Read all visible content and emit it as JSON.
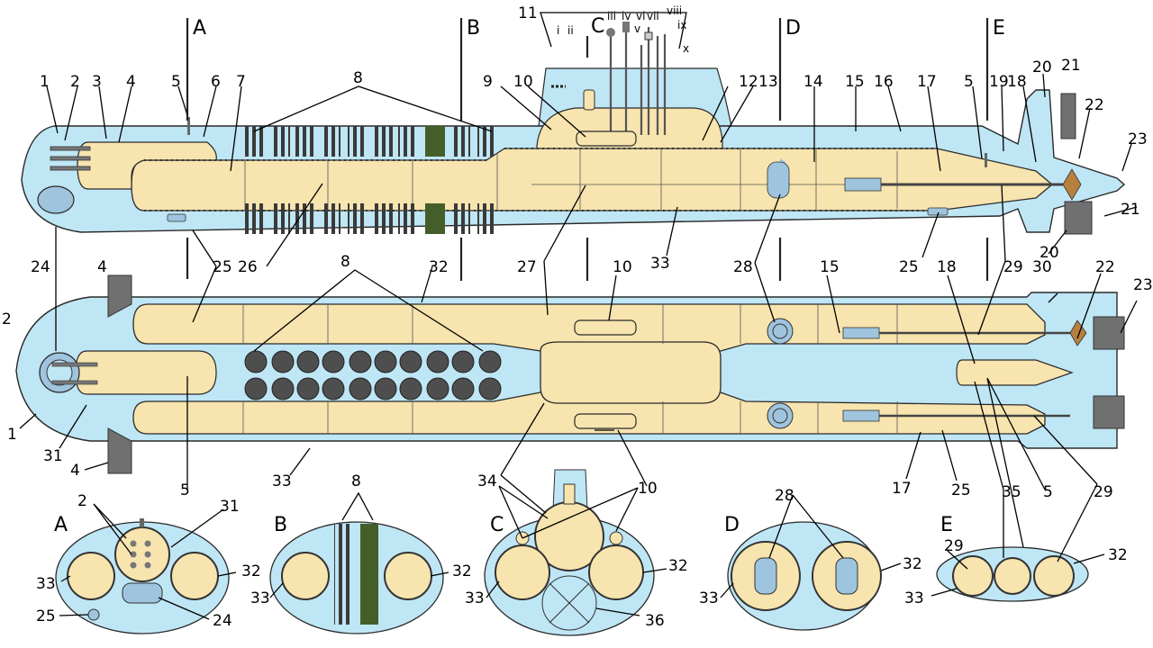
{
  "section_letters": [
    "A",
    "B",
    "C",
    "D",
    "E"
  ],
  "mast_labels": [
    "i",
    "ii",
    "iii",
    "iv",
    "v",
    "vi",
    "vii",
    "viii",
    "ix",
    "x"
  ],
  "part_numbers": [
    "1",
    "2",
    "3",
    "4",
    "5",
    "6",
    "7",
    "8",
    "9",
    "10",
    "11",
    "12",
    "13",
    "14",
    "15",
    "16",
    "17",
    "18",
    "19",
    "20",
    "21",
    "22",
    "23",
    "24",
    "25",
    "26",
    "27",
    "28",
    "29",
    "30",
    "31",
    "32",
    "33",
    "34",
    "35",
    "36"
  ],
  "colors": {
    "water_hull": "#bfe6f5",
    "pressure_hull": "#f7e4ae",
    "missile_tube": "#4e4e4e",
    "loaded_tube": "#445e2a",
    "fin": "#707070",
    "reactor": "#9fc4dd",
    "propeller": "#b8803e",
    "outline": "#2a2a2a"
  }
}
